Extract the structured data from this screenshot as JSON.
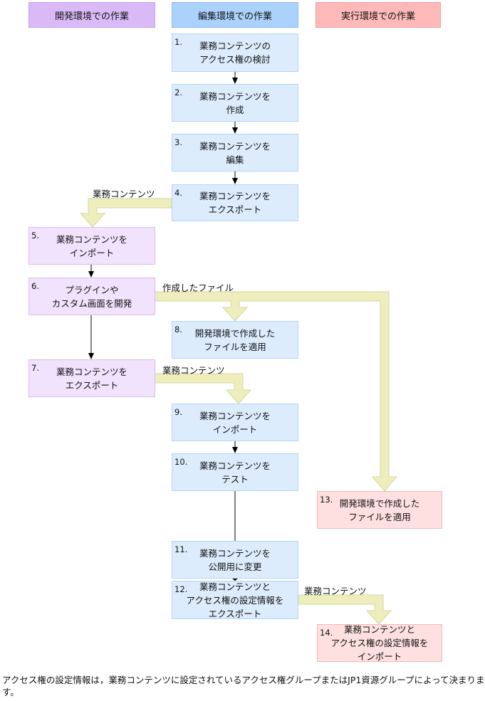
{
  "headers": {
    "dev": "開発環境での作業",
    "edit": "編集環境での作業",
    "run": "実行環境での作業"
  },
  "steps": [
    {
      "num": "1.",
      "lines": [
        "業務コンテンツの",
        "アクセス権の検討"
      ]
    },
    {
      "num": "2.",
      "lines": [
        "業務コンテンツを",
        "作成"
      ]
    },
    {
      "num": "3.",
      "lines": [
        "業務コンテンツを",
        "編集"
      ]
    },
    {
      "num": "4.",
      "lines": [
        "業務コンテンツを",
        "エクスポート"
      ]
    },
    {
      "num": "5.",
      "lines": [
        "業務コンテンツを",
        "インポート"
      ]
    },
    {
      "num": "6.",
      "lines": [
        "プラグインや",
        "カスタム画面を開発"
      ]
    },
    {
      "num": "7.",
      "lines": [
        "業務コンテンツを",
        "エクスポート"
      ]
    },
    {
      "num": "8.",
      "lines": [
        "開発環境で作成した",
        "ファイルを適用"
      ]
    },
    {
      "num": "9.",
      "lines": [
        "業務コンテンツを",
        "インポート"
      ]
    },
    {
      "num": "10.",
      "lines": [
        "業務コンテンツを",
        "テスト"
      ]
    },
    {
      "num": "11.",
      "lines": [
        "業務コンテンツを",
        "公開用に変更"
      ]
    },
    {
      "num": "12.",
      "lines": [
        "業務コンテンツと",
        "アクセス権の設定情報を",
        "エクスポート"
      ]
    },
    {
      "num": "13.",
      "lines": [
        "開発環境で作成した",
        "ファイルを適用"
      ]
    },
    {
      "num": "14.",
      "lines": [
        "業務コンテンツと",
        "アクセス権の設定情報を",
        "インポート"
      ]
    }
  ],
  "flow_labels": {
    "a4": "業務コンテンツ",
    "a6": "作成したファイル",
    "a7": "業務コンテンツ",
    "a12": "業務コンテンツ"
  },
  "footnote": "アクセス権の設定情報は，業務コンテンツに設定されているアクセス権グループまたはJP1資源グループによって決まります。",
  "colors": {
    "transfer_arrow": "#eeeebc",
    "dev": "#dabaf6",
    "edit": "#aad2fc",
    "run": "#ffb9b9"
  }
}
